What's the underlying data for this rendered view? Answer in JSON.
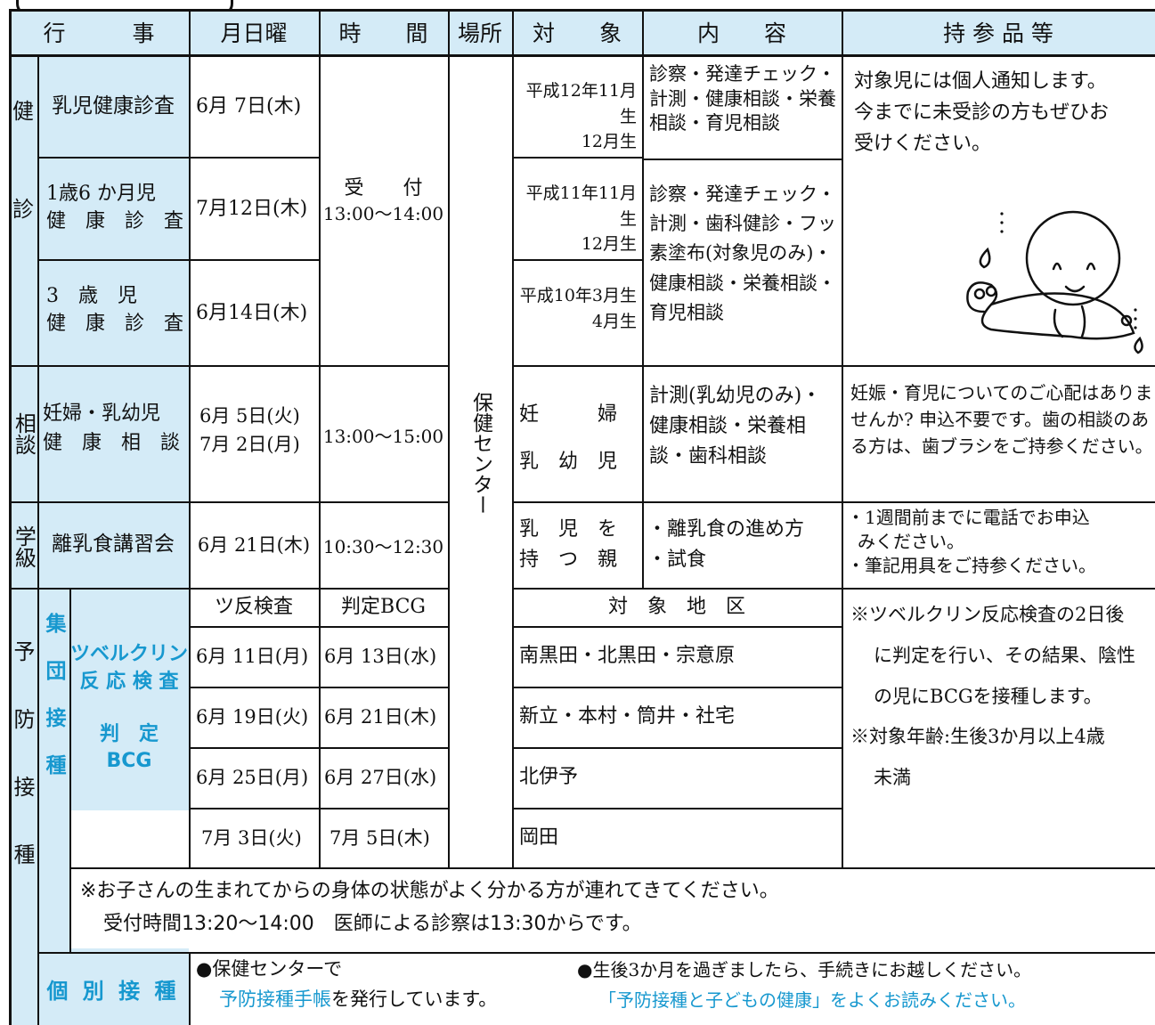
{
  "header": {
    "event": "行　　　事",
    "date": "月日曜",
    "time": "時　　間",
    "place": "場所",
    "target": "対　　象",
    "content": "内　　容",
    "items": "持 参 品 等"
  },
  "categories": {
    "kenshin_1": "健",
    "kenshin_2": "診",
    "soudan": "相談",
    "gakkyu": "学級",
    "yobou": "予防接種"
  },
  "checkups": {
    "infant": {
      "event": "乳児健康診査",
      "date": "6月 7日(木)",
      "target_line1": "平成12年11月生",
      "target_line2": "12月生",
      "content": "診察・発達チェック・計測・健康相談・栄養相談・育児相談"
    },
    "one_half": {
      "event_line1": "1歳6 か月児",
      "event_line2": "健　康　診　査",
      "date": "7月12日(木)",
      "target_line1": "平成11年11月生",
      "target_line2": "12月生"
    },
    "three": {
      "event_line1": "3　歳　児",
      "event_line2": "健　康　診　査",
      "date": "6月14日(木)",
      "target_line1": "平成10年3月生",
      "target_line2": "4月生"
    },
    "shared_content": "診察・発達チェック・計測・歯科健診・フッ素塗布(対象児のみ)・健康相談・栄養相談・育児相談",
    "time_label": "受　　付",
    "time": "13:00〜14:00",
    "notes_line1": "対象児には個人通知します。",
    "notes_line2": "今までに未受診の方もぜひお",
    "notes_line3": "受けください。"
  },
  "place": "保健センター",
  "consultation": {
    "event_line1": "妊婦・乳幼児",
    "event_line2": "健　康　相　談",
    "date_line1": "6月 5日(火)",
    "date_line2": "7月 2日(月)",
    "time": "13:00〜15:00",
    "target_line1": "妊　　　婦",
    "target_line2": "乳　幼　児",
    "content": "計測(乳幼児のみ)・健康相談・栄養相談・歯科相談",
    "notes": "妊娠・育児についてのご心配はありませんか? 申込不要です。歯の相談のある方は、歯ブラシをご持参ください。"
  },
  "class": {
    "event": "離乳食講習会",
    "date": "6月 21日(木)",
    "time": "10:30〜12:30",
    "target_line1": "乳　児　を",
    "target_line2": "持　つ　親",
    "content_line1": "・離乳食の進め方",
    "content_line2": "・試食",
    "notes_line1": "・1週間前までに電話でお申込",
    "notes_line2": "みください。",
    "notes_line3": "・筆記用具をご持参ください。"
  },
  "vaccination": {
    "group_label": "集団接種",
    "event_line1": "ツベルクリン",
    "event_line2": "反 応 検 査",
    "event_line3": "判　定",
    "event_line4": "BCG",
    "col_tuberculin": "ツ反検査",
    "col_bcg": "判定BCG",
    "col_area": "対　象　地　区",
    "rows": [
      {
        "tuberculin": "6月 11日(月)",
        "bcg": "6月 13日(水)",
        "area": "南黒田・北黒田・宗意原"
      },
      {
        "tuberculin": "6月 19日(火)",
        "bcg": "6月 21日(木)",
        "area": "新立・本村・筒井・社宅"
      },
      {
        "tuberculin": "6月 25日(月)",
        "bcg": "6月 27日(水)",
        "area": "北伊予"
      },
      {
        "tuberculin": "7月 3日(火)",
        "bcg": "7月 5日(木)",
        "area": "岡田"
      }
    ],
    "notes_line1": "※ツベルクリン反応検査の2日後",
    "notes_line2": "に判定を行い、その結果、陰性",
    "notes_line3": "の児にBCGを接種します。",
    "notes_line4": "※対象年齢:生後3か月以上4歳",
    "notes_line5": "未満",
    "footnote_line1": "※お子さんの生まれてからの身体の状態がよく分かる方が連れてきてください。",
    "footnote_line2": "受付時間13:20〜14:00　医師による診察は13:30からです。",
    "individual_label": "個 別 接 種",
    "individual_left_line1": "●保健センターで",
    "individual_left_accent": "予防接種手帳",
    "individual_left_rest": "を発行しています。",
    "individual_right_line1": "●生後3か月を過ぎましたら、手続きにお越しください。",
    "individual_right_accent": "「予防接種と子どもの健康」をよくお読みください。"
  },
  "colors": {
    "accent": "#1798cf",
    "cell_fill": "#d4ebf7"
  },
  "illustration": "baby-mascot-icon"
}
